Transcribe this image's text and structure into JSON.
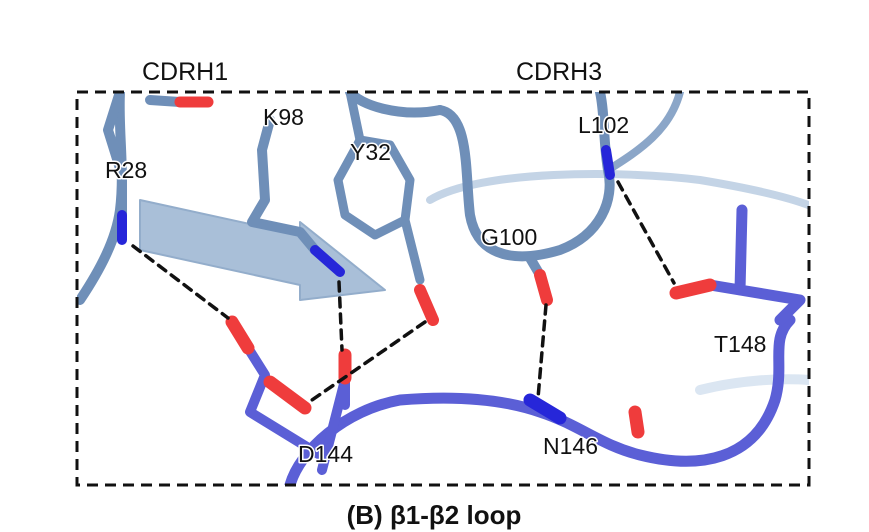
{
  "headers": {
    "left": "CDRH1",
    "right": "CDRH3"
  },
  "residue_labels": {
    "r28": "R28",
    "k98": "K98",
    "y32": "Y32",
    "l102": "L102",
    "g100": "G100",
    "t148": "T148",
    "d144": "D144",
    "n146": "N146"
  },
  "caption": "(B) β1-β2 loop",
  "colors": {
    "antibody": "#6f8fb8",
    "antibody_light": "#a9bfd8",
    "antigen": "#5b5fd6",
    "oxygen": "#ef3c3c",
    "nitrogen": "#2626d9",
    "hbond": "#111111",
    "box": "#111111"
  }
}
